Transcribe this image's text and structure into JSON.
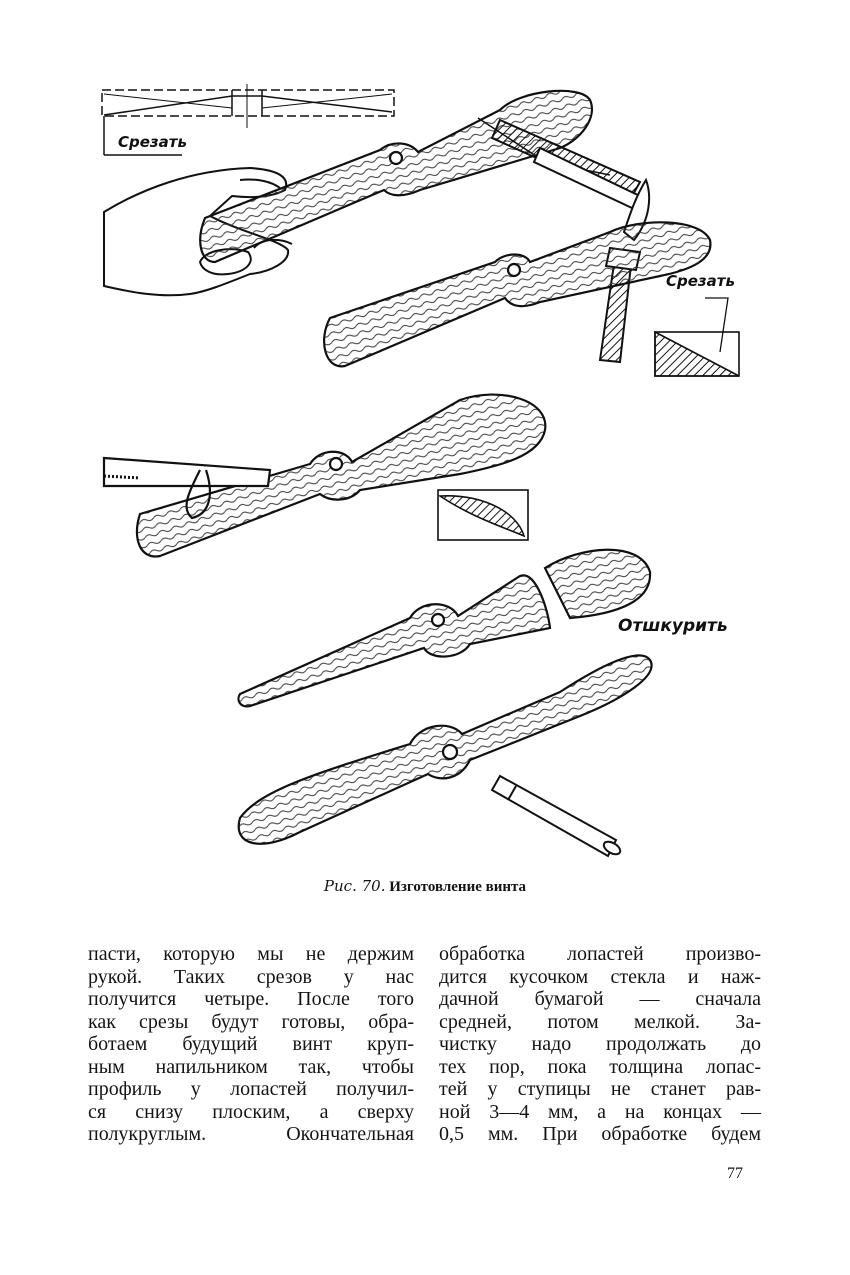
{
  "figure": {
    "labels": {
      "cut_top": "Срезать",
      "cut_right": "Срезать",
      "sand": "Отшкурить"
    },
    "caption_prefix": "Рис. 70.",
    "caption_text": "Изготовление винта"
  },
  "text": {
    "left_column": [
      "пасти, которую мы не держим",
      "рукой. Таких срезов у нас",
      "получится четыре. После того",
      "как срезы будут готовы, обра-",
      "ботаем будущий винт круп-",
      "ным напильником так, чтобы",
      "профиль у лопастей получил-",
      "ся снизу плоским, а сверху",
      "полукруглым. Окончательная"
    ],
    "right_column": [
      "обработка лопастей произво-",
      "дится кусочком стекла и наж-",
      "дачной бумагой — сначала",
      "средней, потом мелкой. За-",
      "чистку надо продолжать до",
      "тех пор, пока толщина лопас-",
      "тей у ступицы не станет рав-",
      "ной 3—4 мм, а на концах —",
      "0,5 мм. При обработке будем"
    ]
  },
  "page_number": "77",
  "colors": {
    "ink": "#141414",
    "paper": "#ffffff"
  }
}
